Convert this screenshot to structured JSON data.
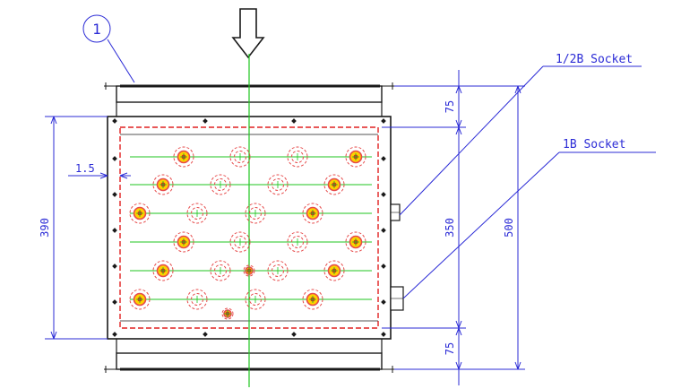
{
  "balloon": {
    "label": "1"
  },
  "dimensions": {
    "top_gap": "75",
    "middle": "350",
    "bottom_gap": "75",
    "overall": "500",
    "left_height": "390",
    "wall": "1.5"
  },
  "labels": {
    "half_inch_socket": "1/2B Socket",
    "one_inch_socket": "1B Socket"
  },
  "colors": {
    "outline": "#1a1a1a",
    "dimension": "#2b2bd6",
    "centerline": "#1fc61f",
    "inner_boundary": "#e02020",
    "tube_hole": "#e64a4a",
    "tube_fill": "#ffd000",
    "background": "#ffffff"
  },
  "icons": {
    "flow_direction": "down-arrow-icon"
  }
}
